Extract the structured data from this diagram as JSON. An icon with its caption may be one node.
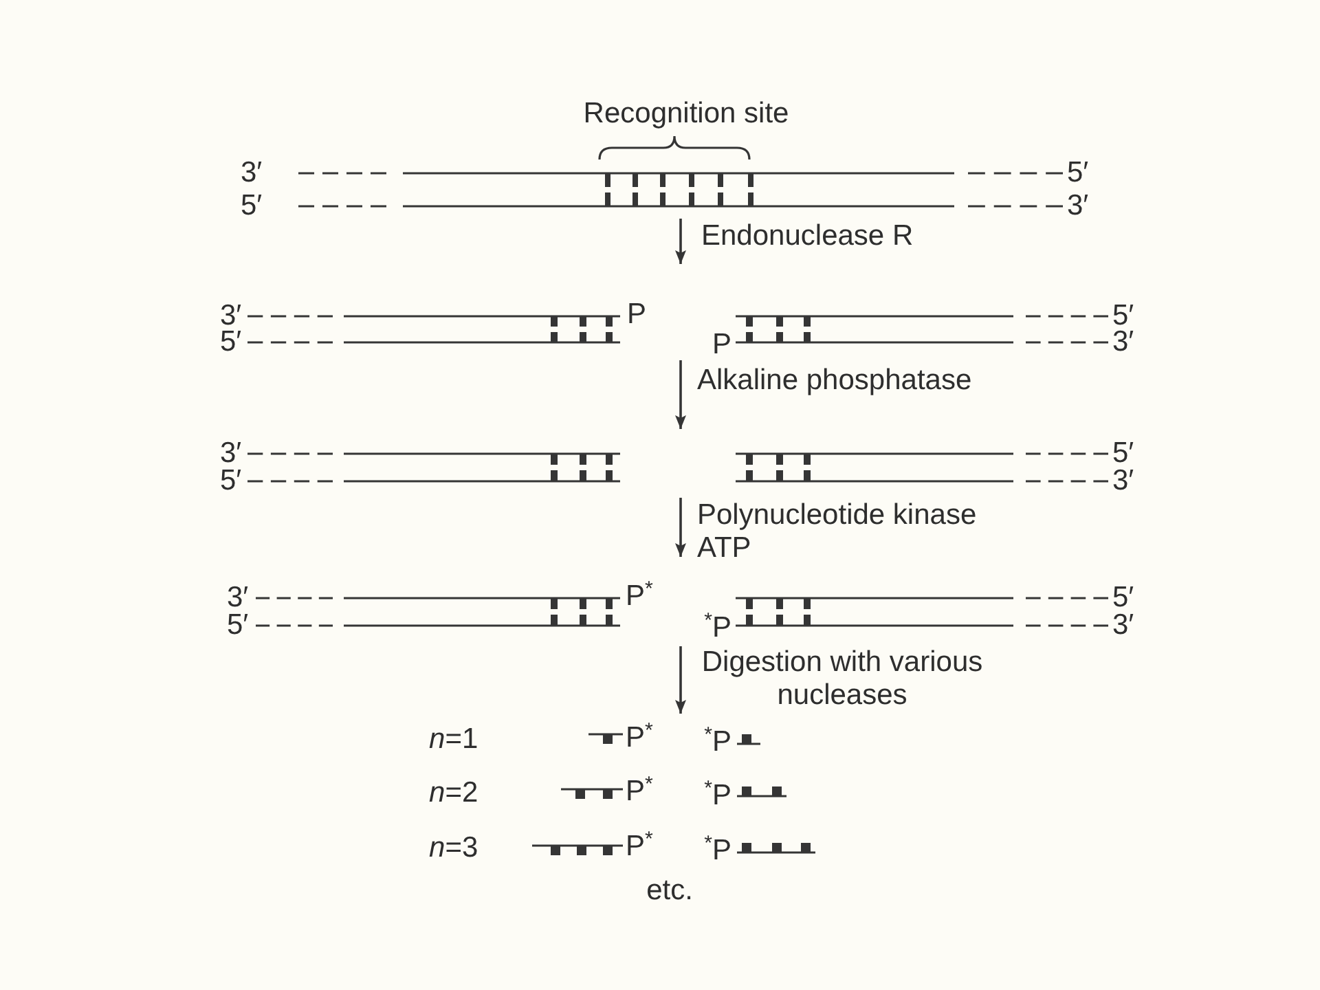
{
  "diagram": {
    "nodes": [
      {
        "text": [
          "Recognition site",
          "3′",
          "5′",
          "5′",
          "3′"
        ]
      },
      {
        "text": [
          "3′",
          "P",
          "5′",
          "5′",
          "P",
          "3′"
        ]
      },
      {
        "text": [
          "3′",
          "5′",
          "5′",
          "3′"
        ]
      },
      {
        "text": [
          "3′",
          "P$^{*}$",
          "5′",
          "5′",
          "$^{*}$P",
          "3′"
        ]
      },
      {
        "text": [
          "*n*=1",
          "P$^{*}$",
          "$^{*}$P",
          "*n*=2",
          "P$^{*}$",
          "$^{*}$P",
          "*n*=3",
          "P$^{*}$",
          "$^{*}$P",
          "etc."
        ]
      }
    ],
    "edges": [
      {
        "from": 0,
        "to": 1,
        "arrow": "to",
        "label": "Endonuclease R"
      },
      {
        "from": 1,
        "to": 2,
        "arrow": "to",
        "label": "Alkaline phosphatase"
      },
      {
        "from": 2,
        "to": 3,
        "arrow": "to",
        "label": "Polynucleotide kinase ATP"
      },
      {
        "from": 3,
        "to": 4,
        "arrow": "to",
        "label": "Digestion with various nucleases"
      }
    ]
  }
}
